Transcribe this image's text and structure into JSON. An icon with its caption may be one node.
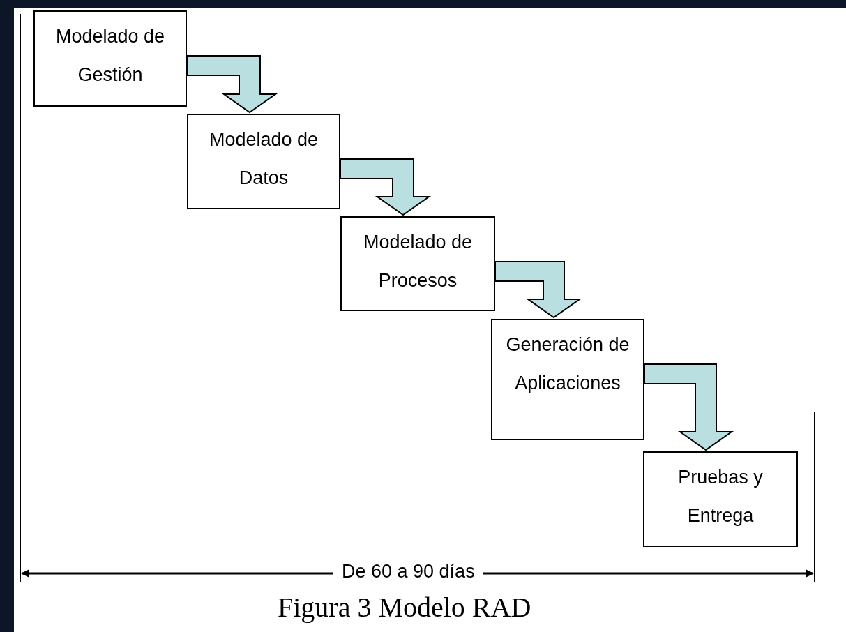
{
  "diagram": {
    "caption": "Figura 3 Modelo RAD",
    "nodes": [
      {
        "text": [
          "Modelado de Gestión"
        ]
      },
      {
        "text": [
          "Modelado de Datos"
        ]
      },
      {
        "text": [
          "Modelado de Procesos"
        ]
      },
      {
        "text": [
          "Generación de Aplicaciones"
        ]
      },
      {
        "text": [
          "Pruebas y Entrega"
        ]
      }
    ],
    "edges": [
      {
        "from": 0,
        "to": 1,
        "arrow": "to"
      },
      {
        "from": 1,
        "to": 2,
        "arrow": "to"
      },
      {
        "from": 2,
        "to": 3,
        "arrow": "to"
      },
      {
        "from": 3,
        "to": 4,
        "arrow": "to"
      }
    ],
    "labels": [
      "De 60 a 90 días"
    ]
  }
}
